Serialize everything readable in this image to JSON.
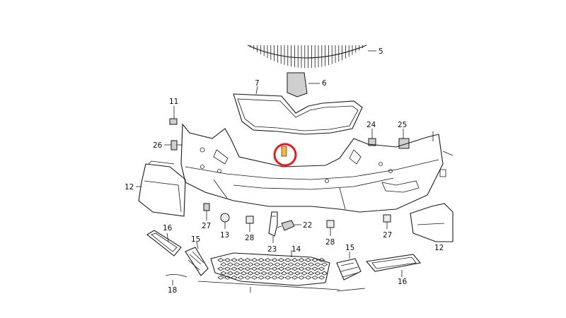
{
  "labels": {
    "p5": "5",
    "p6": "6",
    "p7": "7",
    "p11": "11",
    "p24": "24",
    "p25": "25",
    "p26": "26",
    "p12a": "12",
    "p12b": "12",
    "p27a": "27",
    "p27b": "27",
    "p13": "13",
    "p22": "22",
    "p28a": "28",
    "p28b": "28",
    "p23": "23",
    "p16a": "16",
    "p16b": "16",
    "p15a": "15",
    "p15b": "15",
    "p14": "14",
    "p18": "18"
  },
  "colors": {
    "highlight_ring": "#e02020",
    "marker": "#f3b640",
    "line": "#1a1a1a"
  }
}
